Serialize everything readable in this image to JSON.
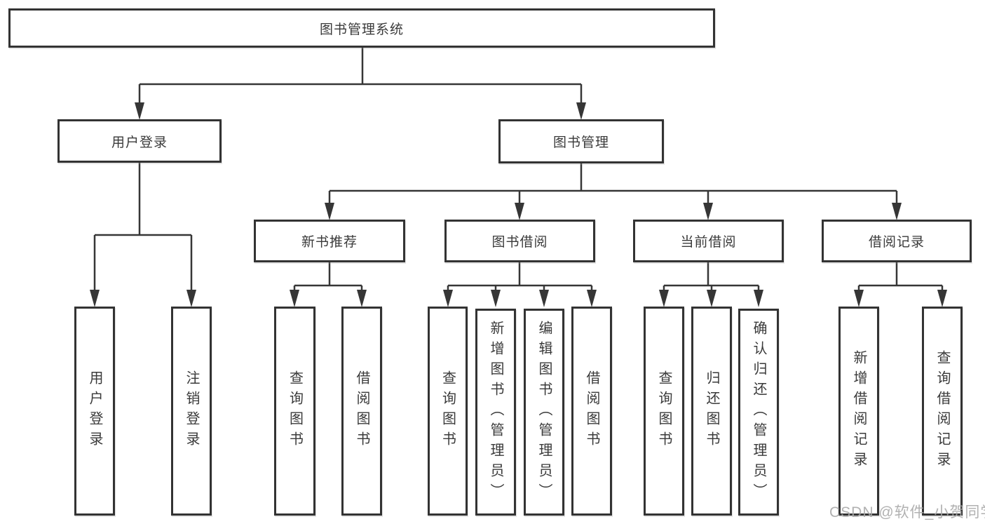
{
  "diagram": {
    "type": "tree",
    "title": "图书管理系统",
    "colors": {
      "background": "#ffffff",
      "line": "#363636",
      "box_border": "#333333",
      "text": "#3a3a3a",
      "watermark": "#a8a8a8"
    },
    "tree": {
      "label": "图书管理系统",
      "children": [
        {
          "label": "用户登录",
          "children": [
            {
              "label": "用户登录"
            },
            {
              "label": "注销登录"
            }
          ]
        },
        {
          "label": "图书管理",
          "children": [
            {
              "label": "新书推荐",
              "children": [
                {
                  "label": "查询图书"
                },
                {
                  "label": "借阅图书"
                }
              ]
            },
            {
              "label": "图书借阅",
              "children": [
                {
                  "label": "查询图书"
                },
                {
                  "label": "新增图书（管理员）"
                },
                {
                  "label": "编辑图书（管理员）"
                },
                {
                  "label": "借阅图书"
                }
              ]
            },
            {
              "label": "当前借阅",
              "children": [
                {
                  "label": "查询图书"
                },
                {
                  "label": "归还图书"
                },
                {
                  "label": "确认归还（管理员）"
                }
              ]
            },
            {
              "label": "借阅记录",
              "children": [
                {
                  "label": "新增借阅记录"
                },
                {
                  "label": "查询借阅记录"
                }
              ]
            }
          ]
        }
      ]
    },
    "watermark": "CSDN @软件_小贺同学"
  }
}
